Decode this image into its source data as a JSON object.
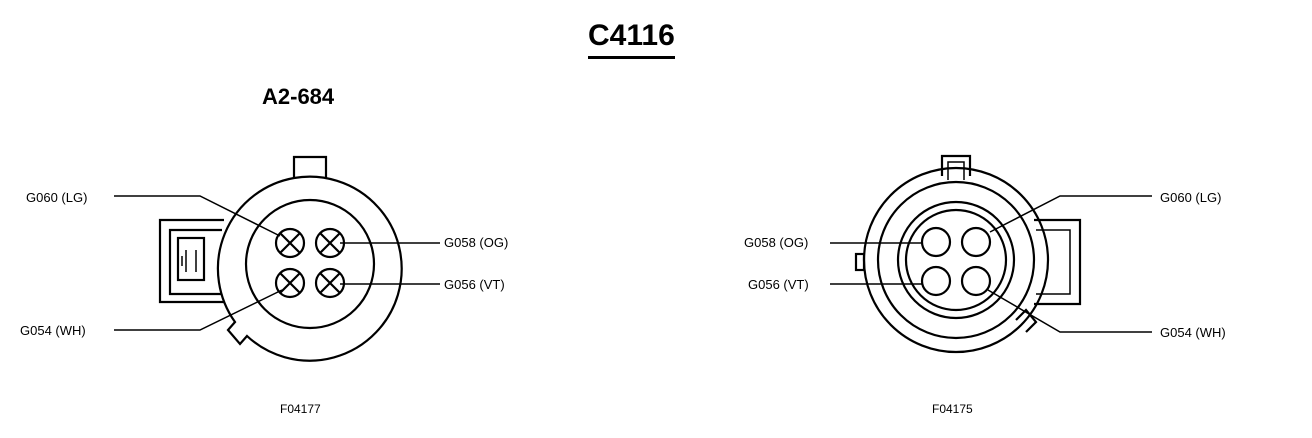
{
  "title": "C4116",
  "subtitle": "A2-684",
  "left_connector": {
    "labels": {
      "top_left": "G060 (LG)",
      "mid_right_top": "G058 (OG)",
      "mid_right_bottom": "G056 (VT)",
      "bottom_left": "G054 (WH)"
    },
    "figure_id": "F04177"
  },
  "right_connector": {
    "labels": {
      "top_right": "G060 (LG)",
      "mid_left_top": "G058 (OG)",
      "mid_left_bottom": "G056 (VT)",
      "bottom_right": "G054 (WH)"
    },
    "figure_id": "F04175"
  }
}
